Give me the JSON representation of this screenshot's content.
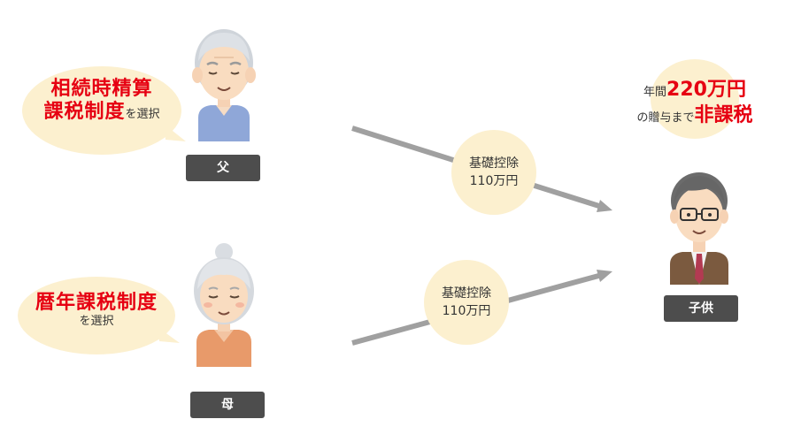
{
  "father": {
    "bubble_line1": "相続時精算",
    "bubble_line2": "課税制度",
    "bubble_suffix": "を選択",
    "label": "父"
  },
  "mother": {
    "bubble_line1": "暦年課税制度",
    "bubble_suffix": "を選択",
    "label": "母"
  },
  "deduction_top": {
    "line1": "基礎控除",
    "line2": "110万円"
  },
  "deduction_bottom": {
    "line1": "基礎控除",
    "line2": "110万円"
  },
  "child": {
    "label": "子供",
    "note_prefix": "年間",
    "note_amount": "220万円",
    "note_mid": "の贈与まで",
    "note_result": "非課税"
  },
  "colors": {
    "accent_red": "#e60012",
    "bubble_fill": "#fcf0cf",
    "label_fill": "#4d4d4d",
    "arrow_gray": "#a0a0a0"
  }
}
